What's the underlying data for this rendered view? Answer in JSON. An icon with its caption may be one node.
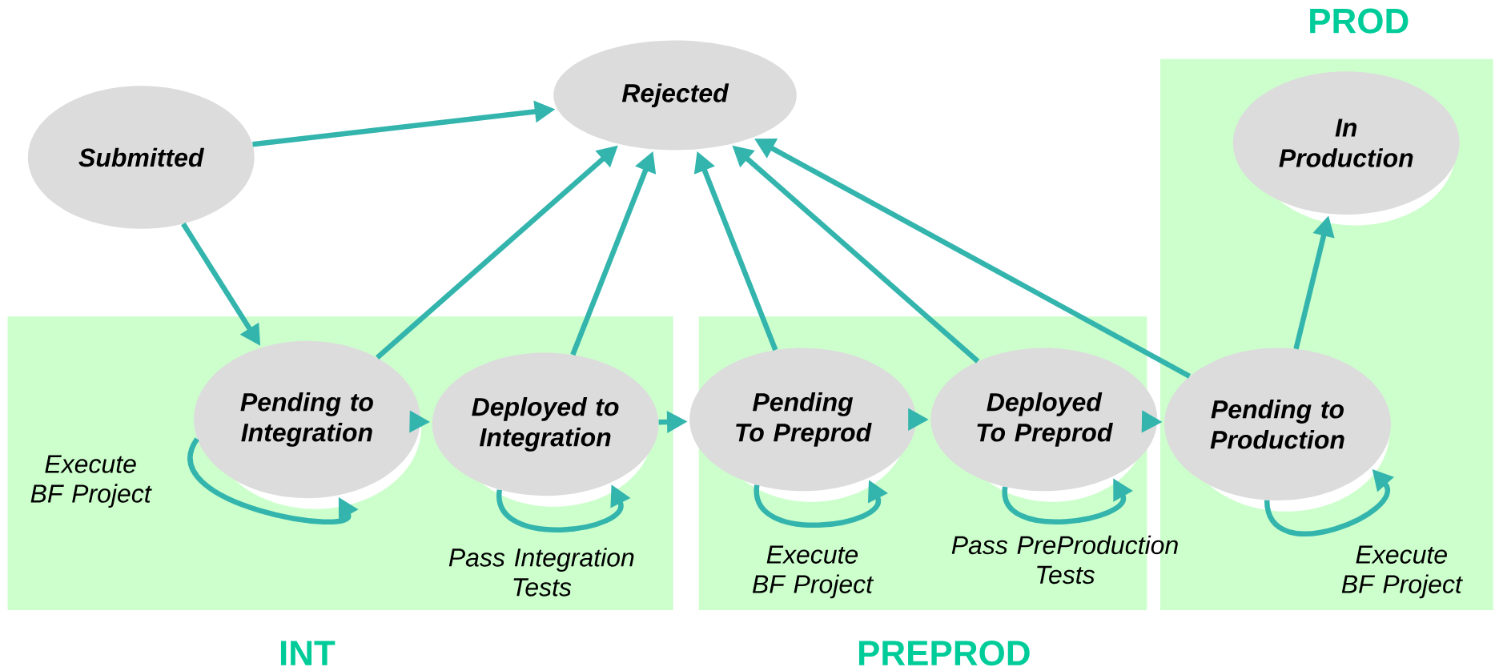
{
  "diagram": {
    "nodes": [
      {
        "text": [
          "INT"
        ]
      },
      {
        "text": [
          "PREPROD"
        ]
      },
      {
        "text": [
          "PROD"
        ]
      },
      {
        "text": [
          "Submitted"
        ]
      },
      {
        "text": [
          "Rejected"
        ]
      },
      {
        "text": [
          "Pending to Integration"
        ],
        "in": 0
      },
      {
        "text": [
          "Deployed to Integration"
        ],
        "in": 0
      },
      {
        "text": [
          "Pending To Preprod"
        ],
        "in": 1
      },
      {
        "text": [
          "Deployed To Preprod"
        ],
        "in": 1
      },
      {
        "text": [
          "Pending to Production"
        ],
        "in": 2
      },
      {
        "text": [
          "In Production"
        ],
        "in": 2
      }
    ],
    "edges": [
      {
        "from": 3,
        "to": 4,
        "arrow": "to"
      },
      {
        "from": 3,
        "to": 5,
        "arrow": "to"
      },
      {
        "from": 5,
        "to": 4,
        "arrow": "to"
      },
      {
        "from": 6,
        "to": 4,
        "arrow": "to"
      },
      {
        "from": 7,
        "to": 4,
        "arrow": "to"
      },
      {
        "from": 8,
        "to": 4,
        "arrow": "to"
      },
      {
        "from": 9,
        "to": 4,
        "arrow": "to"
      },
      {
        "from": 5,
        "to": 6,
        "arrow": "to"
      },
      {
        "from": 6,
        "to": 7,
        "arrow": "to"
      },
      {
        "from": 7,
        "to": 8,
        "arrow": "to"
      },
      {
        "from": 8,
        "to": 9,
        "arrow": "to"
      },
      {
        "from": 9,
        "to": 10,
        "arrow": "to"
      },
      {
        "from": 5,
        "to": 5,
        "arrow": "to",
        "label": "Execute BF Project"
      },
      {
        "from": 6,
        "to": 6,
        "arrow": "to",
        "label": "Pass Integration Tests"
      },
      {
        "from": 7,
        "to": 7,
        "arrow": "to",
        "label": "Execute BF Project"
      },
      {
        "from": 8,
        "to": 8,
        "arrow": "to",
        "label": "Pass PreProduction Tests"
      },
      {
        "from": 9,
        "to": 9,
        "arrow": "to",
        "label": "Execute BF Project"
      }
    ]
  }
}
